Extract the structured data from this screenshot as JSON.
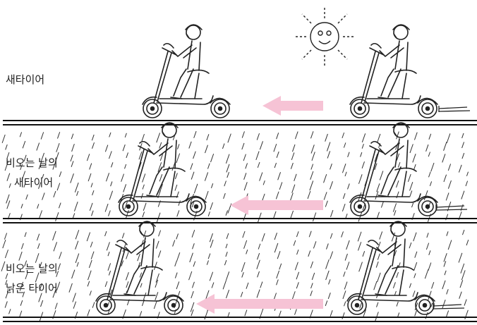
{
  "panels": [
    {
      "id": "new-tire",
      "label_lines": [
        "새타이어"
      ],
      "rain": false,
      "sun": true
    },
    {
      "id": "rain-new",
      "label_lines": [
        "비오는 날의",
        "새타이어"
      ],
      "rain": true,
      "sun": false
    },
    {
      "id": "rain-worn",
      "label_lines": [
        "비오는 날의",
        "낡은 타이어"
      ],
      "rain": true,
      "sun": false
    }
  ],
  "braking_distance": [
    "short",
    "medium",
    "long"
  ],
  "colors": {
    "arrow": "#f6c3d5",
    "ink": "#222222",
    "ground": "#111111"
  }
}
